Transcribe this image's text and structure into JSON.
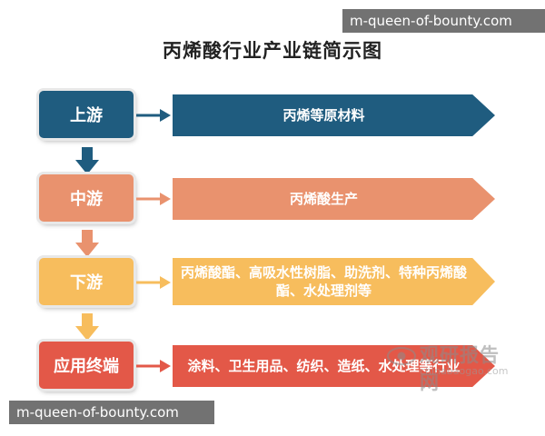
{
  "title": "丙烯酸行业产业链简示图",
  "watermarks": {
    "top": "m-queen-of-bounty.com",
    "bottom": "m-queen-of-bounty.com"
  },
  "logo_watermark": {
    "name": "观研报告网",
    "url": "chinabaogao.com"
  },
  "stages": [
    {
      "label": "上游",
      "detail": "丙烯等原材料"
    },
    {
      "label": "中游",
      "detail": "丙烯酸生产"
    },
    {
      "label": "下游",
      "detail": "丙烯酸酯、高吸水性树脂、助洗剂、特种丙烯酸酯、水处理剂等"
    },
    {
      "label": "应用终端",
      "detail": "涂料、卫生用品、纺织、造纸、水处理等行业"
    }
  ],
  "colors": {
    "upstream": "#1f5c7f",
    "midstream": "#e9926e",
    "downstream": "#f7bd5d",
    "terminal": "#e35848"
  }
}
